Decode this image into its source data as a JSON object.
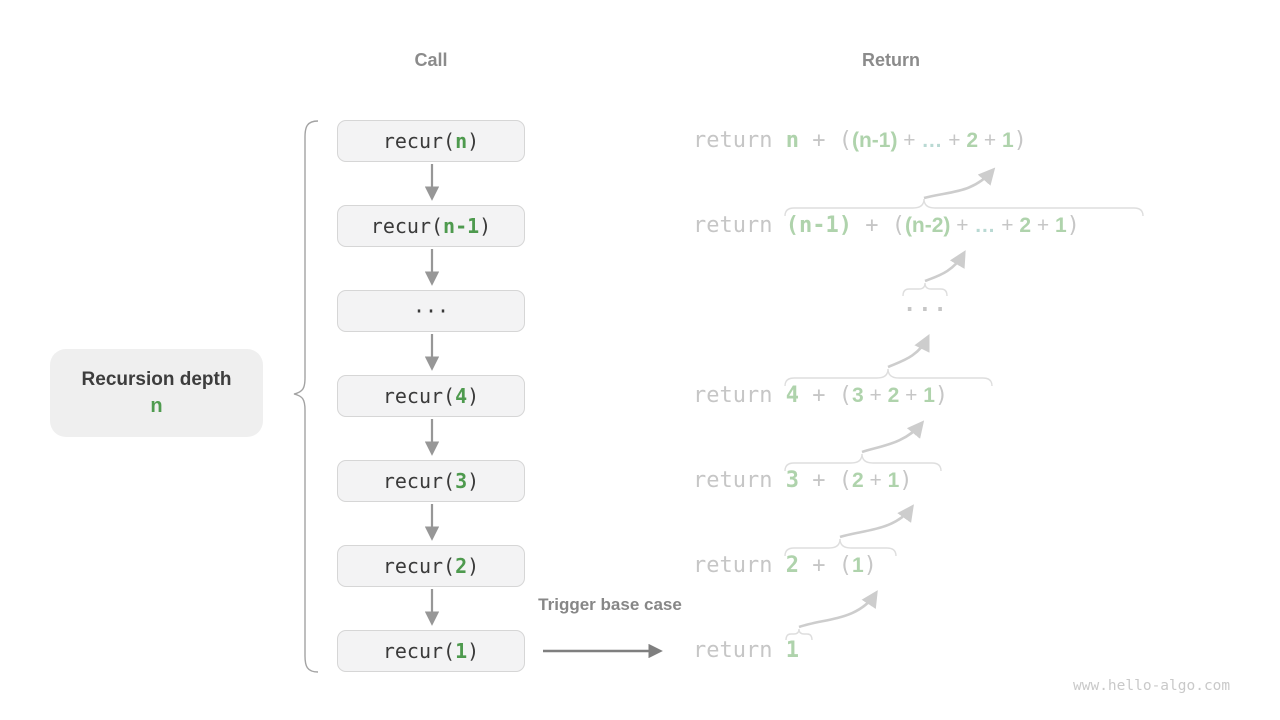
{
  "headers": {
    "call": "Call",
    "return": "Return"
  },
  "depth_label": {
    "line1": "Recursion depth",
    "line2": "n"
  },
  "trigger_label": "Trigger base case",
  "watermark": "www.hello-algo.com",
  "colors": {
    "accent_green": "#4e9a4e",
    "faded_green": "#afd3ac",
    "faded_teal": "#b9d9d3",
    "box_fill": "#f3f3f4",
    "box_border": "#d6d6d6",
    "header_gray": "#8b8b8b",
    "faded_gray": "#c6c6c6"
  },
  "call_stack": [
    {
      "parts": [
        {
          "t": "recur(",
          "c": "dark"
        },
        {
          "t": "n",
          "c": "green"
        },
        {
          "t": ")",
          "c": "dark"
        }
      ]
    },
    {
      "parts": [
        {
          "t": "recur(",
          "c": "dark"
        },
        {
          "t": "n-1",
          "c": "green"
        },
        {
          "t": ")",
          "c": "dark"
        }
      ]
    },
    {
      "parts": [
        {
          "t": "···",
          "c": "dark"
        }
      ]
    },
    {
      "parts": [
        {
          "t": "recur(",
          "c": "dark"
        },
        {
          "t": "4",
          "c": "green"
        },
        {
          "t": ")",
          "c": "dark"
        }
      ]
    },
    {
      "parts": [
        {
          "t": "recur(",
          "c": "dark"
        },
        {
          "t": "3",
          "c": "green"
        },
        {
          "t": ")",
          "c": "dark"
        }
      ]
    },
    {
      "parts": [
        {
          "t": "recur(",
          "c": "dark"
        },
        {
          "t": "2",
          "c": "green"
        },
        {
          "t": ")",
          "c": "dark"
        }
      ]
    },
    {
      "parts": [
        {
          "t": "recur(",
          "c": "dark"
        },
        {
          "t": "1",
          "c": "green"
        },
        {
          "t": ")",
          "c": "dark"
        }
      ]
    }
  ],
  "return_rows": [
    [
      {
        "t": "return ",
        "c": "fgray"
      },
      {
        "t": "n",
        "c": "fgreen"
      },
      {
        "t": " + (",
        "c": "fgray"
      },
      {
        "t": "(n-1)",
        "c": "fgreen",
        "f": "sans"
      },
      {
        "t": " + ",
        "c": "fgray",
        "f": "sans"
      },
      {
        "t": "…",
        "c": "fteal",
        "f": "sans"
      },
      {
        "t": " + ",
        "c": "fgray",
        "f": "sans"
      },
      {
        "t": "2",
        "c": "fgreen",
        "f": "sans"
      },
      {
        "t": " + ",
        "c": "fgray",
        "f": "sans"
      },
      {
        "t": "1",
        "c": "fgreen",
        "f": "sans"
      },
      {
        "t": ")",
        "c": "fgray"
      }
    ],
    [
      {
        "t": "return ",
        "c": "fgray"
      },
      {
        "t": "(n-1)",
        "c": "fgreen"
      },
      {
        "t": " + (",
        "c": "fgray"
      },
      {
        "t": "(n-2)",
        "c": "fgreen",
        "f": "sans"
      },
      {
        "t": " + ",
        "c": "fgray",
        "f": "sans"
      },
      {
        "t": "…",
        "c": "fteal",
        "f": "sans"
      },
      {
        "t": " + ",
        "c": "fgray",
        "f": "sans"
      },
      {
        "t": "2",
        "c": "fgreen",
        "f": "sans"
      },
      {
        "t": " + ",
        "c": "fgray",
        "f": "sans"
      },
      {
        "t": "1",
        "c": "fgreen",
        "f": "sans"
      },
      {
        "t": ")",
        "c": "fgray"
      }
    ],
    [
      {
        "t": "···",
        "c": "fgray"
      }
    ],
    [
      {
        "t": "return ",
        "c": "fgray"
      },
      {
        "t": "4",
        "c": "fgreen"
      },
      {
        "t": " + (",
        "c": "fgray"
      },
      {
        "t": "3",
        "c": "fgreen",
        "f": "sans"
      },
      {
        "t": " + ",
        "c": "fgray",
        "f": "sans"
      },
      {
        "t": "2",
        "c": "fgreen",
        "f": "sans"
      },
      {
        "t": " + ",
        "c": "fgray",
        "f": "sans"
      },
      {
        "t": "1",
        "c": "fgreen",
        "f": "sans"
      },
      {
        "t": ")",
        "c": "fgray"
      }
    ],
    [
      {
        "t": "return ",
        "c": "fgray"
      },
      {
        "t": "3",
        "c": "fgreen"
      },
      {
        "t": " + (",
        "c": "fgray"
      },
      {
        "t": "2",
        "c": "fgreen",
        "f": "sans"
      },
      {
        "t": " + ",
        "c": "fgray",
        "f": "sans"
      },
      {
        "t": "1",
        "c": "fgreen",
        "f": "sans"
      },
      {
        "t": ")",
        "c": "fgray"
      }
    ],
    [
      {
        "t": "return ",
        "c": "fgray"
      },
      {
        "t": "2",
        "c": "fgreen"
      },
      {
        "t": " + (",
        "c": "fgray"
      },
      {
        "t": "1",
        "c": "fgreen",
        "f": "sans"
      },
      {
        "t": ")",
        "c": "fgray"
      }
    ],
    [
      {
        "t": "return ",
        "c": "fgray"
      },
      {
        "t": "1",
        "c": "fgreen"
      }
    ]
  ]
}
